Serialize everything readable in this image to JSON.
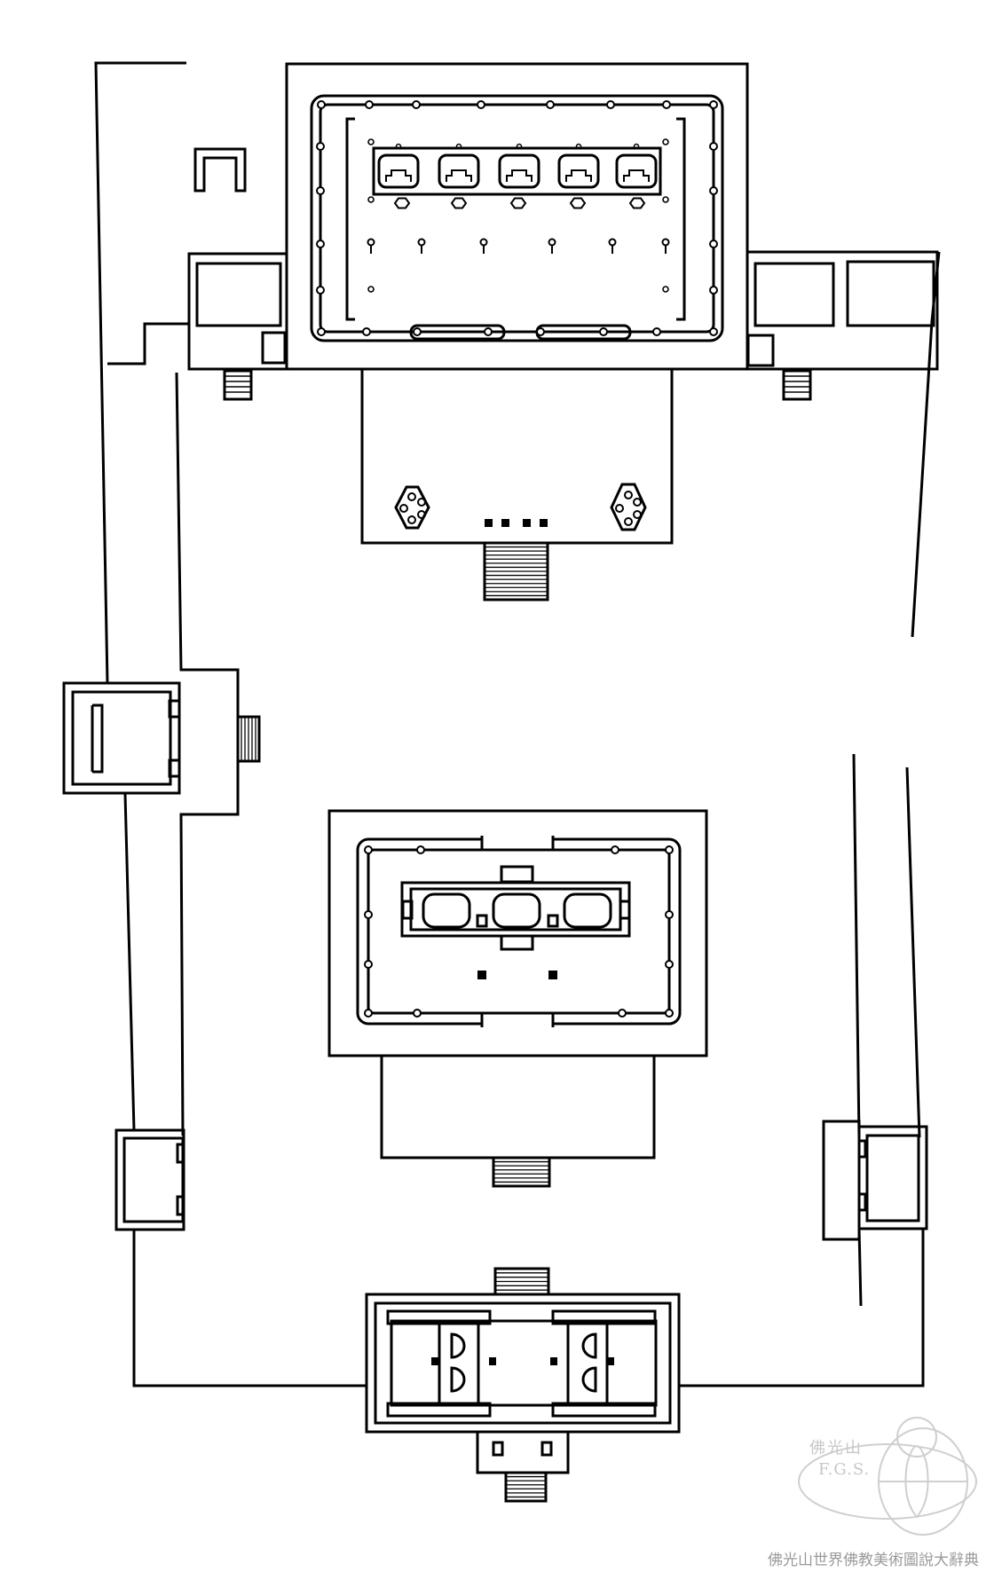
{
  "watermark": {
    "org_cn": "佛光山",
    "org_en": "F.G.S.",
    "caption": "佛光山世界佛教美術圖說大辭典"
  }
}
